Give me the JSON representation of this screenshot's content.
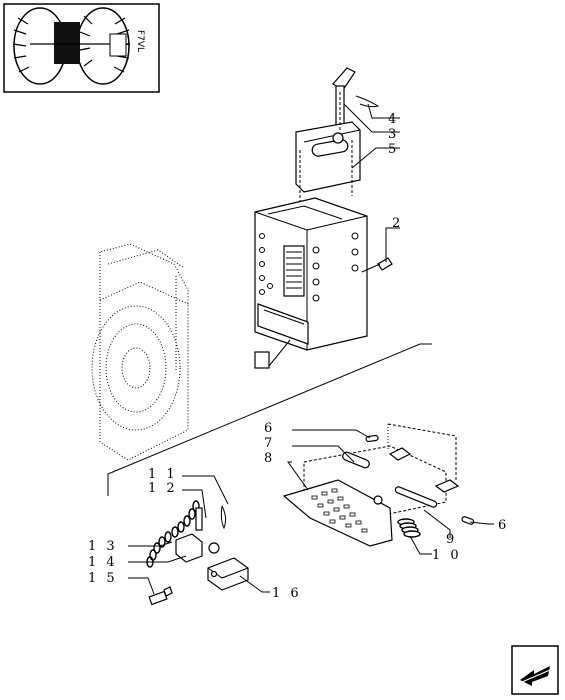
{
  "callouts": {
    "c1": "4",
    "c2": "3",
    "c3": "5",
    "c4": "2",
    "c5": "6",
    "c6": "7",
    "c7": "8",
    "c8": "1 1",
    "c9": "1 2",
    "c10": "1 3",
    "c11": "1 4",
    "c12": "1 5",
    "c13": "1 6",
    "c14": "9",
    "c15": "1 0",
    "c16": "6"
  },
  "thumbnail": {
    "brand_text": "F7VL"
  },
  "icons": {
    "thumbnail": "tractor-locator-icon",
    "nav": "next-page-arrow-icon"
  }
}
